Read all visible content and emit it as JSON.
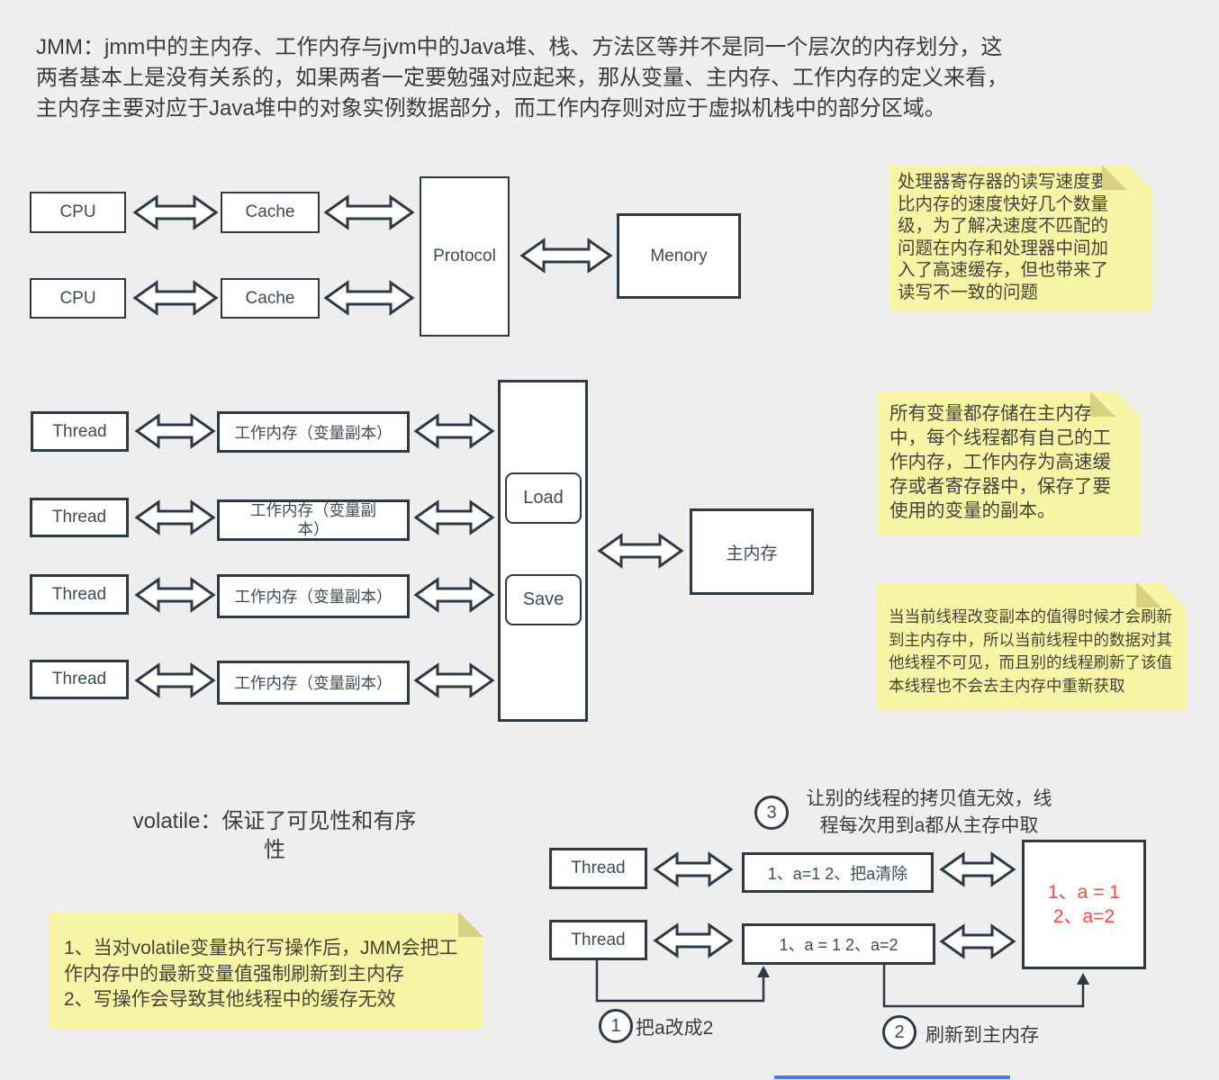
{
  "intro": {
    "text": "JMM：jmm中的主内存、工作内存与jvm中的Java堆、栈、方法区等并不是同一个层次的内存划分，这\n两者基本上是没有关系的，如果两者一定要勉强对应起来，那从变量、主内存、工作内存的定义来看，\n主内存主要对应于Java堆中的对象实例数据部分，而工作内存则对应于虚拟机栈中的部分区域。"
  },
  "cpu_diagram": {
    "cpu1": "CPU",
    "cpu2": "CPU",
    "cache1": "Cache",
    "cache2": "Cache",
    "protocol": "Protocol",
    "memory": "Menory"
  },
  "jmm_diagram": {
    "threads": [
      "Thread",
      "Thread",
      "Thread",
      "Thread"
    ],
    "working_memories": [
      "工作内存（变量副本）",
      "工作内存（变量副\n本）",
      "工作内存（变量副本）",
      "工作内存（变量副本）"
    ],
    "load": "Load",
    "save": "Save",
    "main_memory": "主内存"
  },
  "notes": {
    "register_speed": "处理器寄存器的读写速度要\n比内存的速度快好几个数量\n级，为了解决速度不匹配的\n问题在内存和处理器中间加\n入了高速缓存，但也带来了\n读写不一致的问题",
    "all_vars": "所有变量都存储在主内存\n中，每个线程都有自己的工\n作内存，工作内存为高速缓\n存或者寄存器中，保存了要\n使用的变量的副本。",
    "refresh_rule": "当当前线程改变副本的值得时候才会刷新\n到主内存中，所以当前线程中的数据对其\n他线程不可见，而且别的线程刷新了该值\n本线程也不会去主内存中重新获取",
    "volatile_points": "1、当对volatile变量执行写操作后，JMM会把工\n作内存中的最新变量值强制刷新到主内存\n2、写操作会导致其他线程中的缓存无效"
  },
  "volatile_section": {
    "title": "volatile：保证了可见性和有序\n性",
    "step3_num": "3",
    "step3_text": "让别的线程的拷贝值无效，线\n程每次用到a都从主存中取",
    "thread_a": "Thread",
    "thread_b": "Thread",
    "box_a": "1、a=1 2、把a清除",
    "box_b": "1、a = 1   2、a=2",
    "main_memory_values": "1、a = 1\n2、a=2",
    "step1_num": "1",
    "step1_text": "把a改成2",
    "step2_num": "2",
    "step2_text": "刷新到主内存"
  },
  "colors": {
    "background": "#eeeeee",
    "box_border": "#2f3944",
    "box_text": "#3f4a54",
    "body_text": "#3c3c3c",
    "note_bg": "#f7f5a5",
    "note_fold": "#d6d282",
    "note_text": "#44443b",
    "red_text": "#fa4646",
    "blue_line": "#4a7cf0"
  }
}
